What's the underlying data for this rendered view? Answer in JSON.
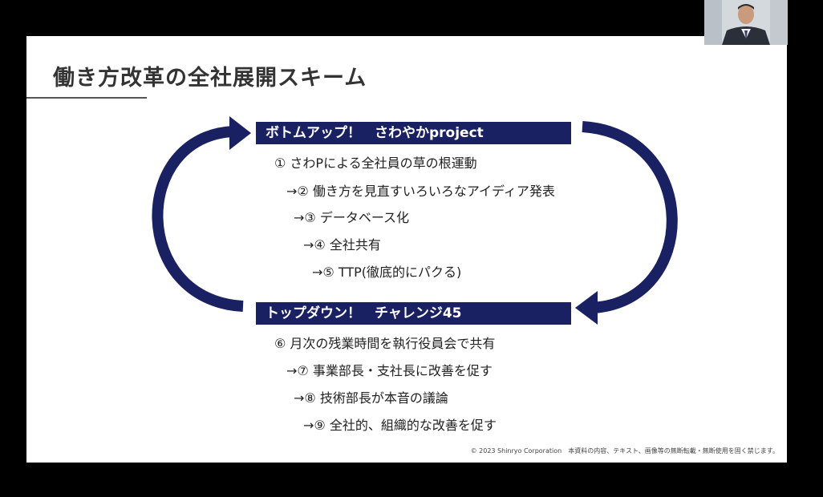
{
  "slide": {
    "title": "働き方改革の全社展開スキーム",
    "band_top": "ボトムアップ！　さわやかproject",
    "band_bottom": "トップダウン！　チャレンジ45",
    "bottom_up_items": [
      "① さわPによる全社員の草の根運動",
      "→② 働き方を見直すいろいろなアイディア発表",
      "→③ データベース化",
      "→④ 全社共有",
      "→⑤ TTP(徹底的にパクる)"
    ],
    "top_down_items": [
      "⑥ 月次の残業時間を執行役員会で共有",
      "→⑦ 事業部長・支社長に改善を促す",
      "→⑧ 技術部長が本音の議論",
      "→⑨ 全社的、組織的な改善を促す"
    ],
    "footer": "© 2023 Shinryo Corporation　本資料の内容、テキスト、画像等の無断転載・無断使用を固く禁じます。"
  },
  "colors": {
    "navy": "#1a2163",
    "background": "#000000",
    "slide": "#ffffff"
  },
  "participant_video": {
    "icon": "person-video-icon"
  }
}
